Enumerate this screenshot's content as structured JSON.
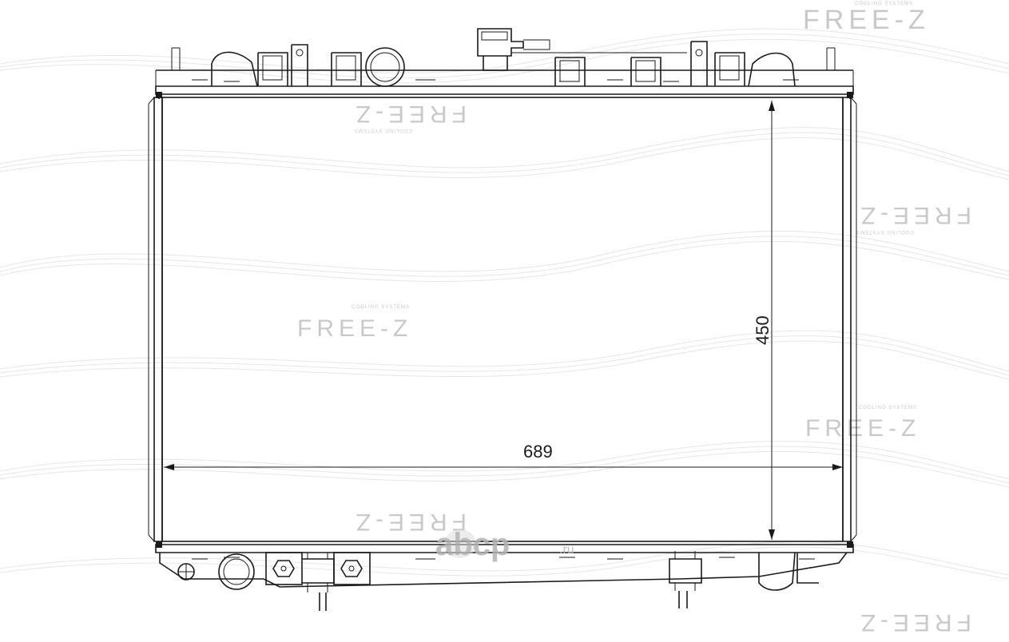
{
  "watermark": {
    "brand_text": "FREE-Z",
    "tagline": "COOLING SYSTEMS"
  },
  "dimensions": {
    "width_label": "689",
    "height_label": "450"
  },
  "site_logo": {
    "text": "abcp",
    "tld": ".ru"
  }
}
